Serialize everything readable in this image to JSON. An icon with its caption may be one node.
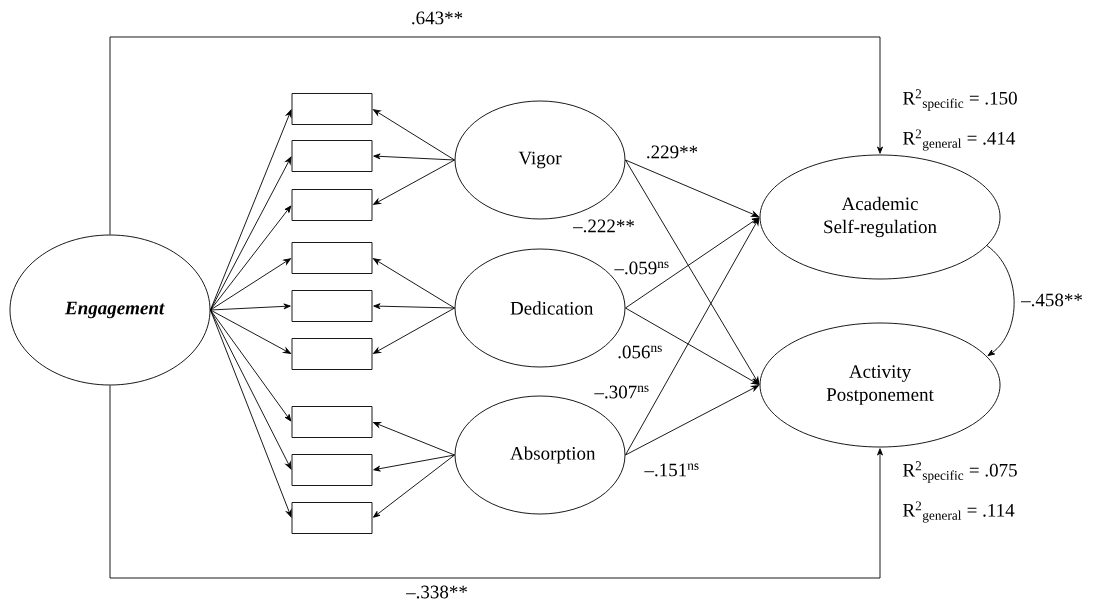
{
  "diagram": {
    "nodes": [
      {
        "text": [
          "Engagement"
        ]
      },
      {
        "text": [],
        "shape": "box"
      },
      {
        "text": [],
        "shape": "box"
      },
      {
        "text": [],
        "shape": "box"
      },
      {
        "text": [],
        "shape": "box"
      },
      {
        "text": [],
        "shape": "box"
      },
      {
        "text": [],
        "shape": "box"
      },
      {
        "text": [],
        "shape": "box"
      },
      {
        "text": [],
        "shape": "box"
      },
      {
        "text": [],
        "shape": "box"
      },
      {
        "text": [
          "Vigor"
        ]
      },
      {
        "text": [
          "Dedication"
        ]
      },
      {
        "text": [
          "Absorption"
        ]
      },
      {
        "text": [
          "Academic Self-regulation"
        ],
        "beside": [
          "R$^{2}$$_{specific}$ = .150",
          "R$^{2}$$_{general}$ = .414"
        ]
      },
      {
        "text": [
          "Activity Postponement"
        ],
        "beside": [
          "R$^{2}$$_{specific}$ = .075",
          "R$^{2}$$_{general}$ = .114"
        ]
      }
    ],
    "edges": [
      {
        "from": 0,
        "to": 1,
        "arrow": "to"
      },
      {
        "from": 0,
        "to": 2,
        "arrow": "to"
      },
      {
        "from": 0,
        "to": 3,
        "arrow": "to"
      },
      {
        "from": 0,
        "to": 4,
        "arrow": "to"
      },
      {
        "from": 0,
        "to": 5,
        "arrow": "to"
      },
      {
        "from": 0,
        "to": 6,
        "arrow": "to"
      },
      {
        "from": 0,
        "to": 7,
        "arrow": "to"
      },
      {
        "from": 0,
        "to": 8,
        "arrow": "to"
      },
      {
        "from": 0,
        "to": 9,
        "arrow": "to"
      },
      {
        "from": 10,
        "to": 1,
        "arrow": "to"
      },
      {
        "from": 10,
        "to": 2,
        "arrow": "to"
      },
      {
        "from": 10,
        "to": 3,
        "arrow": "to"
      },
      {
        "from": 11,
        "to": 4,
        "arrow": "to"
      },
      {
        "from": 11,
        "to": 5,
        "arrow": "to"
      },
      {
        "from": 11,
        "to": 6,
        "arrow": "to"
      },
      {
        "from": 12,
        "to": 7,
        "arrow": "to"
      },
      {
        "from": 12,
        "to": 8,
        "arrow": "to"
      },
      {
        "from": 12,
        "to": 9,
        "arrow": "to"
      },
      {
        "from": 10,
        "to": 13,
        "arrow": "to",
        "label": ".229**"
      },
      {
        "from": 10,
        "to": 14,
        "arrow": "to",
        "label": "–.222**"
      },
      {
        "from": 11,
        "to": 13,
        "arrow": "to",
        "label": "–.059$^{ns}$"
      },
      {
        "from": 11,
        "to": 14,
        "arrow": "to",
        "label": ".056$^{ns}$"
      },
      {
        "from": 12,
        "to": 13,
        "arrow": "to",
        "label": "–.307$^{ns}$"
      },
      {
        "from": 12,
        "to": 14,
        "arrow": "to",
        "label": "–.151$^{ns}$"
      },
      {
        "from": 0,
        "to": 13,
        "arrow": "to",
        "label": ".643**"
      },
      {
        "from": 0,
        "to": 14,
        "arrow": "to",
        "label": "–.338**"
      },
      {
        "from": 13,
        "to": 14,
        "arrow": "to",
        "label": "–.458**"
      }
    ]
  }
}
